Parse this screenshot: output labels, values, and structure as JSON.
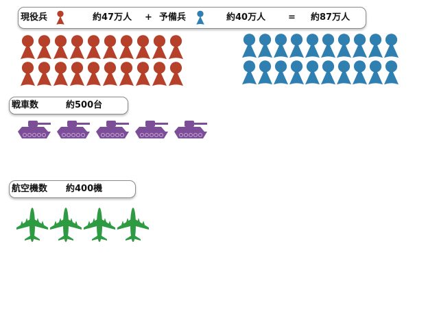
{
  "summary": {
    "active_label": "現役兵",
    "active_value": "約47万人",
    "plus": "+",
    "reserve_label": "予備兵",
    "reserve_value": "約40万人",
    "equals": "=",
    "total_value": "約87万人"
  },
  "tanks": {
    "label": "戦車数",
    "value": "約500台"
  },
  "aircraft": {
    "label": "航空機数",
    "value": "約400機"
  },
  "colors": {
    "active": "#b5412b",
    "reserve": "#2f7fb0",
    "tank": "#7d4e98",
    "aircraft": "#2e9a42"
  },
  "counts": {
    "active_icons": 20,
    "reserve_icons": 20,
    "tank_icons": 5,
    "aircraft_icons": 4
  },
  "icons": {
    "soldier": "person-icon",
    "tank": "tank-icon",
    "aircraft": "fighter-jet-icon"
  }
}
